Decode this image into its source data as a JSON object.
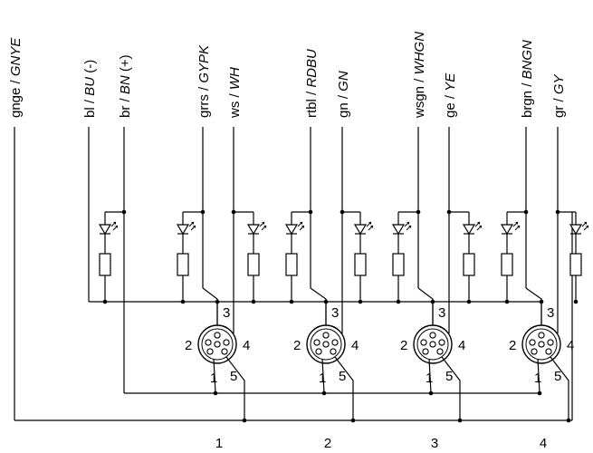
{
  "wire_labels": [
    {
      "abbr": "gnge / ",
      "color": "GNYE"
    },
    {
      "abbr": "bl / ",
      "color": "BU",
      "suffix": " (-)"
    },
    {
      "abbr": "br / ",
      "color": "BN",
      "suffix": " (+)"
    },
    {
      "abbr": "grrs / ",
      "color": "GYPK"
    },
    {
      "abbr": "ws / ",
      "color": "WH"
    },
    {
      "abbr": "rtbl / ",
      "color": "RDBU"
    },
    {
      "abbr": "gn / ",
      "color": "GN"
    },
    {
      "abbr": "wsgn / ",
      "color": "WHGN"
    },
    {
      "abbr": "ge / ",
      "color": "YE"
    },
    {
      "abbr": "brgn / ",
      "color": "BNGN"
    },
    {
      "abbr": "gr / ",
      "color": "GY"
    }
  ],
  "pin_labels": [
    "1",
    "2",
    "3",
    "4",
    "5"
  ],
  "connector_labels": [
    "1",
    "2",
    "3",
    "4"
  ],
  "colors": {
    "line": "#000000",
    "background": "#ffffff"
  }
}
